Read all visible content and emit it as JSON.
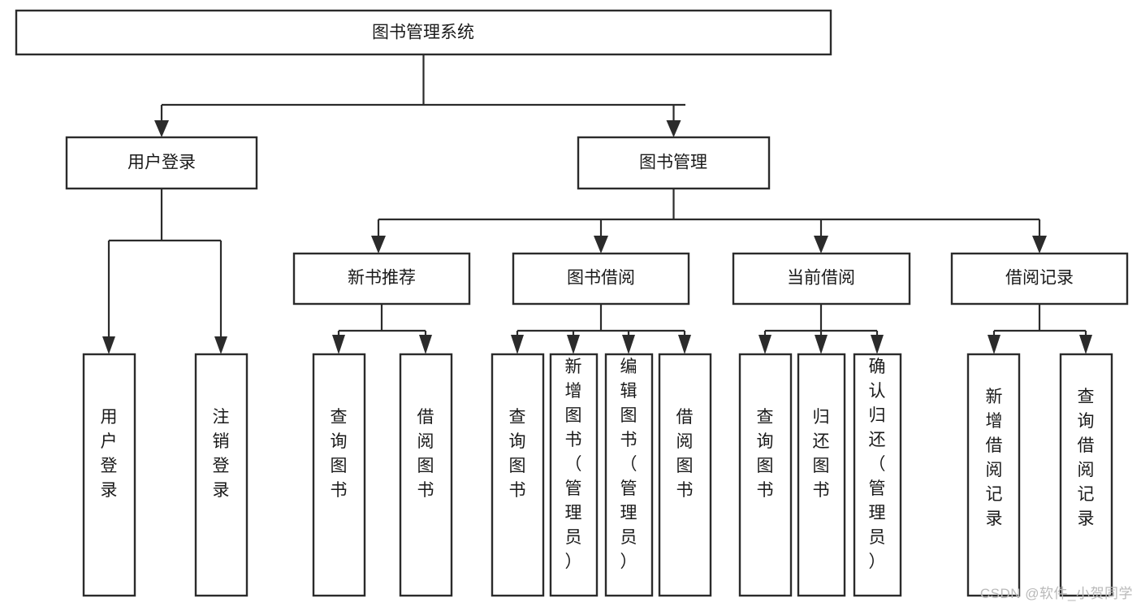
{
  "diagram": {
    "type": "tree-hierarchy-flowchart",
    "title": "图书管理系统",
    "orientation": "top-down",
    "watermark": "CSDN @软件_小贺同学",
    "colors": {
      "background": "#ffffff",
      "box_fill": "#ffffff",
      "box_stroke": "#2b2b2b",
      "text": "#1a1a1a",
      "connector": "#2b2b2b",
      "watermark": "#b9b9b9"
    },
    "levels": {
      "root": {
        "label": "图书管理系统",
        "orientation": "horizontal"
      },
      "level2": [
        {
          "label": "用户登录",
          "orientation": "horizontal"
        },
        {
          "label": "图书管理",
          "orientation": "horizontal"
        }
      ],
      "level3": [
        {
          "label": "新书推荐",
          "orientation": "horizontal"
        },
        {
          "label": "图书借阅",
          "orientation": "horizontal"
        },
        {
          "label": "当前借阅",
          "orientation": "horizontal"
        },
        {
          "label": "借阅记录",
          "orientation": "horizontal"
        }
      ],
      "leaves": {
        "user_login": [
          {
            "label": "用户登录",
            "orientation": "vertical"
          },
          {
            "label": "注销登录",
            "orientation": "vertical"
          }
        ],
        "new_book_recommend": [
          {
            "label": "查询图书",
            "orientation": "vertical"
          },
          {
            "label": "借阅图书",
            "orientation": "vertical"
          }
        ],
        "book_borrow": [
          {
            "label": "查询图书",
            "orientation": "vertical"
          },
          {
            "label": "新增图书（管理员）",
            "orientation": "vertical"
          },
          {
            "label": "编辑图书（管理员）",
            "orientation": "vertical"
          },
          {
            "label": "借阅图书",
            "orientation": "vertical"
          }
        ],
        "current_borrow": [
          {
            "label": "查询图书",
            "orientation": "vertical"
          },
          {
            "label": "归还图书",
            "orientation": "vertical"
          },
          {
            "label": "确认归还（管理员）",
            "orientation": "vertical"
          }
        ],
        "borrow_record": [
          {
            "label": "新增借阅记录",
            "orientation": "vertical"
          },
          {
            "label": "查询借阅记录",
            "orientation": "vertical"
          }
        ]
      }
    }
  }
}
